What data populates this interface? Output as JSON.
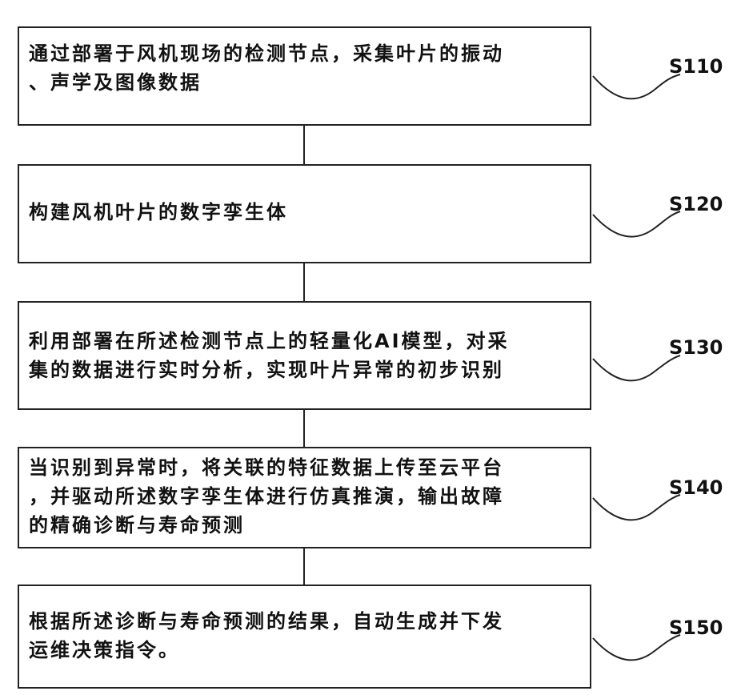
{
  "steps": [
    {
      "id": "S110",
      "lines": [
        "通过部署于风机现场的检测节点，采集叶片的振动",
        "、声学及图像数据"
      ]
    },
    {
      "id": "S120",
      "lines": [
        "构建风机叶片的数字孪生体"
      ]
    },
    {
      "id": "S130",
      "lines": [
        "利用部署在所述检测节点上的轻量化AI模型，对采",
        "集的数据进行实时分析，实现叶片异常的初步识别"
      ]
    },
    {
      "id": "S140",
      "lines": [
        "当识别到异常时，将关联的特征数据上传至云平台",
        "，并驱动所述数字孪生体进行仿真推演，输出故障",
        "的精确诊断与寿命预测"
      ]
    },
    {
      "id": "S150",
      "lines": [
        "根据所述诊断与寿命预测的结果，自动生成并下发",
        "运维决策指令。"
      ]
    }
  ]
}
